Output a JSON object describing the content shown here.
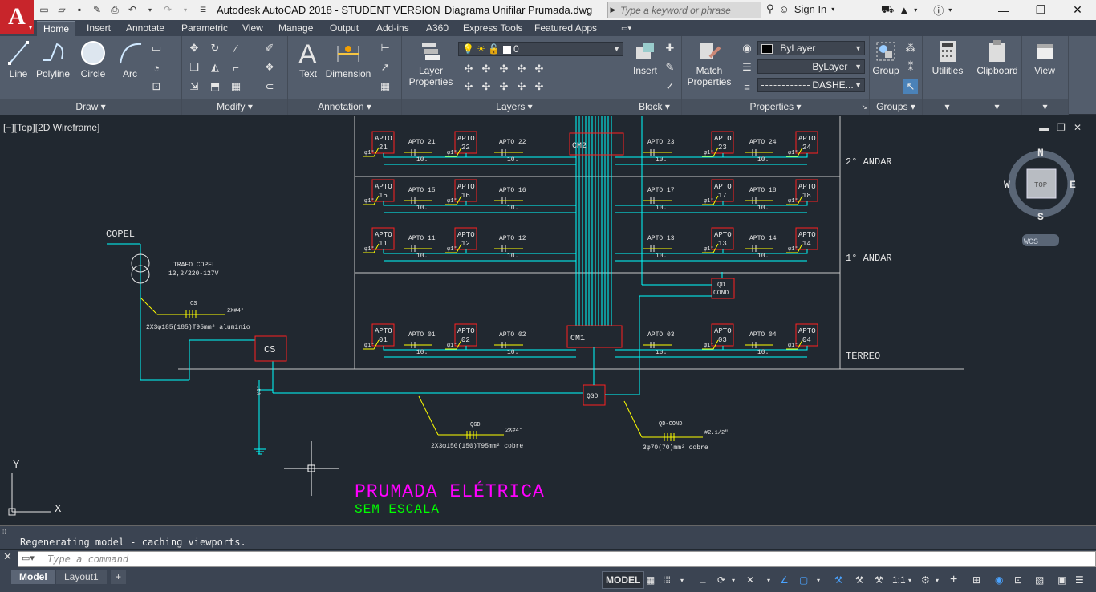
{
  "titlebar": {
    "app_letter": "A",
    "title": "Autodesk AutoCAD 2018 - STUDENT VERSION",
    "file": "Diagrama Unifilar Prumada.dwg",
    "search_placeholder": "Type a keyword or phrase",
    "sign_in": "Sign In"
  },
  "tabs": [
    "Home",
    "Insert",
    "Annotate",
    "Parametric",
    "View",
    "Manage",
    "Output",
    "Add-ins",
    "A360",
    "Express Tools",
    "Featured Apps"
  ],
  "ribbon": {
    "draw": {
      "title": "Draw",
      "line": "Line",
      "polyline": "Polyline",
      "circle": "Circle",
      "arc": "Arc"
    },
    "modify": {
      "title": "Modify"
    },
    "annotation": {
      "title": "Annotation",
      "text": "Text",
      "dimension": "Dimension"
    },
    "layers": {
      "title": "Layers",
      "layer_properties_1": "Layer",
      "layer_properties_2": "Properties",
      "current_layer": "0"
    },
    "block": {
      "title": "Block",
      "insert": "Insert"
    },
    "properties": {
      "title": "Properties",
      "match_1": "Match",
      "match_2": "Properties",
      "color": "ByLayer",
      "lineweight": "ByLayer",
      "linetype": "DASHE..."
    },
    "groups": {
      "title": "Groups",
      "group": "Group"
    },
    "utilities": "Utilities",
    "clipboard": "Clipboard",
    "view": "View"
  },
  "viewport": {
    "label": "[−][Top][2D Wireframe]"
  },
  "viewcube": {
    "north": "N",
    "south": "S",
    "east": "E",
    "west": "W",
    "face": "TOP",
    "wcs": "WCS"
  },
  "drawing": {
    "floors": [
      "2° ANDAR",
      "1° ANDAR",
      "TÉRREO"
    ],
    "apartments": [
      {
        "label": "APTO",
        "num": "21"
      },
      {
        "label": "APTO",
        "num": "22"
      },
      {
        "label": "APTO",
        "num": "23"
      },
      {
        "label": "APTO",
        "num": "24"
      },
      {
        "label": "APTO",
        "num": "15"
      },
      {
        "label": "APTO",
        "num": "16"
      },
      {
        "label": "APTO",
        "num": "17"
      },
      {
        "label": "APTO",
        "num": "18"
      },
      {
        "label": "APTO",
        "num": "11"
      },
      {
        "label": "APTO",
        "num": "12"
      },
      {
        "label": "APTO",
        "num": "13"
      },
      {
        "label": "APTO",
        "num": "14"
      },
      {
        "label": "APTO",
        "num": "01"
      },
      {
        "label": "APTO",
        "num": "02"
      },
      {
        "label": "APTO",
        "num": "03"
      },
      {
        "label": "APTO",
        "num": "04"
      }
    ],
    "meter_labels": [
      "APTO 21",
      "APTO 22",
      "APTO 23",
      "APTO 24",
      "APTO 15",
      "APTO 16",
      "APTO 17",
      "APTO 18",
      "APTO 11",
      "APTO 12",
      "APTO 13",
      "APTO 14",
      "APTO 01",
      "APTO 02",
      "APTO 03",
      "APTO 04"
    ],
    "meter_value": "10.",
    "cable_tag": "φ1°",
    "cm1": "CM1",
    "cm2": "CM2",
    "qd_cond_1": "QD",
    "qd_cond_2": "COND",
    "qgd": "QGD",
    "cs": "CS",
    "copel": "COPEL",
    "trafo_1": "TRAFO COPEL",
    "trafo_2": "13,2/220-127V",
    "cs_label": "CS",
    "cs_spec_1": "2X#4°",
    "cs_spec_2": "2X3φ185(185)T95mm² alumínio",
    "qgd_label": "QGD",
    "qgd_spec_1": "2X#4°",
    "qgd_spec_2": "2X3φ150(150)T95mm² cobre",
    "qdcond_label": "QD-COND",
    "qdcond_spec_1": "#2.1/2\"",
    "qdcond_spec_2": "3φ70(70)mm² cobre",
    "ground": "#4°",
    "title": "PRUMADA ELÉTRICA",
    "subtitle": "SEM ESCALA",
    "ucs_y": "Y",
    "ucs_x": "X"
  },
  "command": {
    "history": "Regenerating model - caching viewports.",
    "placeholder": "Type a command"
  },
  "statusbar": {
    "model_tab": "Model",
    "layout_tab": "Layout1",
    "model_button": "MODEL",
    "scale": "1:1"
  },
  "colors": {
    "canvas": "#212830",
    "cyan": "#00ffff",
    "red": "#ff0000",
    "yellow": "#ffff00",
    "magenta": "#ff00ff",
    "green": "#00ff00",
    "ribbon": "#535d6c"
  }
}
